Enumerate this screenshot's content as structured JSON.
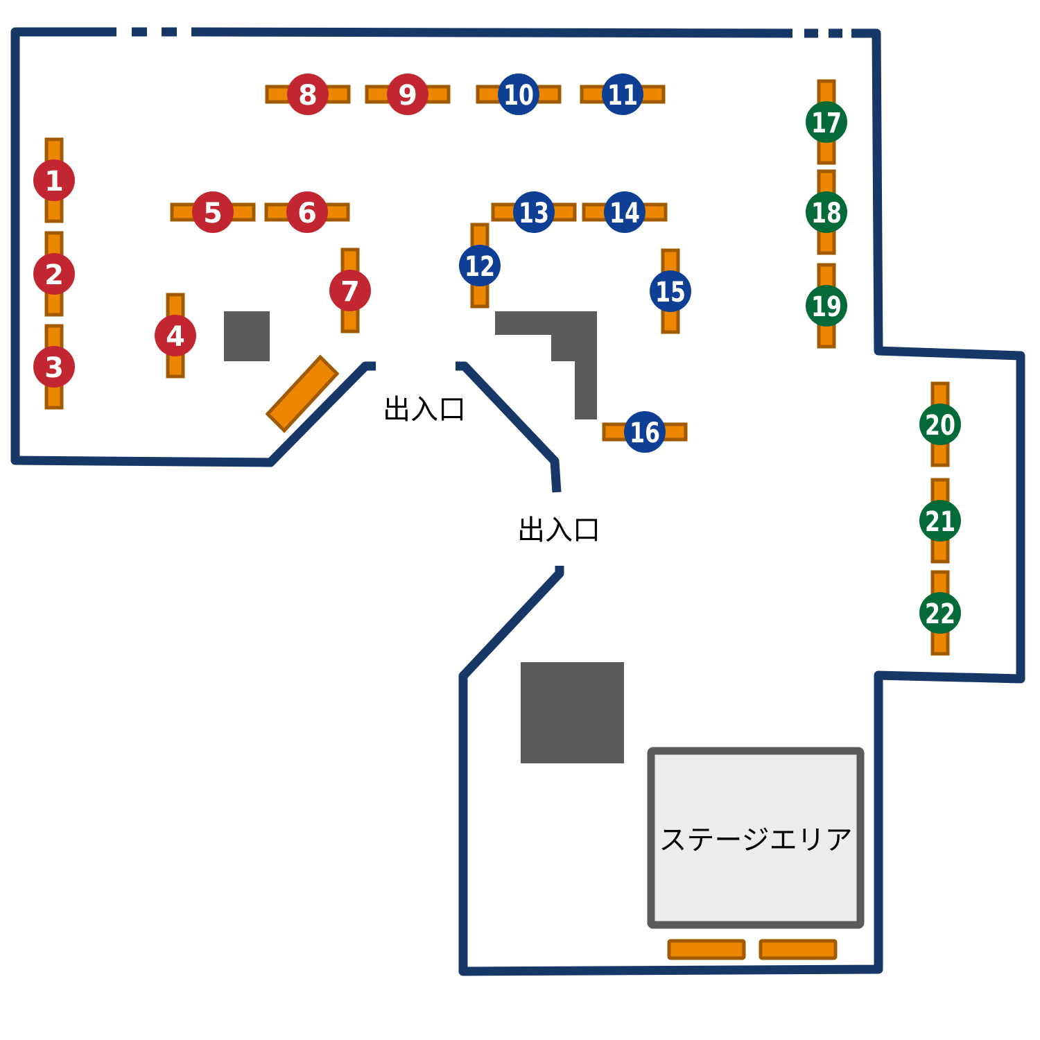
{
  "title": "Floor map",
  "colors": {
    "wall": "#173766",
    "table_fill": "#ee8700",
    "table_border": "#a05a00",
    "pillar": "#5b5b5b",
    "stage_fill": "#ececec",
    "red_zone": "#c22731",
    "blue_zone": "#0e3f94",
    "green_zone": "#046a38"
  },
  "labels": {
    "entrance_1": "出入口",
    "entrance_2": "出入口",
    "stage": "ステージエリア"
  },
  "booths": [
    {
      "number": "1",
      "zone": "red"
    },
    {
      "number": "2",
      "zone": "red"
    },
    {
      "number": "3",
      "zone": "red"
    },
    {
      "number": "4",
      "zone": "red"
    },
    {
      "number": "5",
      "zone": "red"
    },
    {
      "number": "6",
      "zone": "red"
    },
    {
      "number": "7",
      "zone": "red"
    },
    {
      "number": "8",
      "zone": "red"
    },
    {
      "number": "9",
      "zone": "red"
    },
    {
      "number": "10",
      "zone": "blue"
    },
    {
      "number": "11",
      "zone": "blue"
    },
    {
      "number": "12",
      "zone": "blue"
    },
    {
      "number": "13",
      "zone": "blue"
    },
    {
      "number": "14",
      "zone": "blue"
    },
    {
      "number": "15",
      "zone": "blue"
    },
    {
      "number": "16",
      "zone": "blue"
    },
    {
      "number": "17",
      "zone": "green"
    },
    {
      "number": "18",
      "zone": "green"
    },
    {
      "number": "19",
      "zone": "green"
    },
    {
      "number": "20",
      "zone": "green"
    },
    {
      "number": "21",
      "zone": "green"
    },
    {
      "number": "22",
      "zone": "green"
    }
  ]
}
